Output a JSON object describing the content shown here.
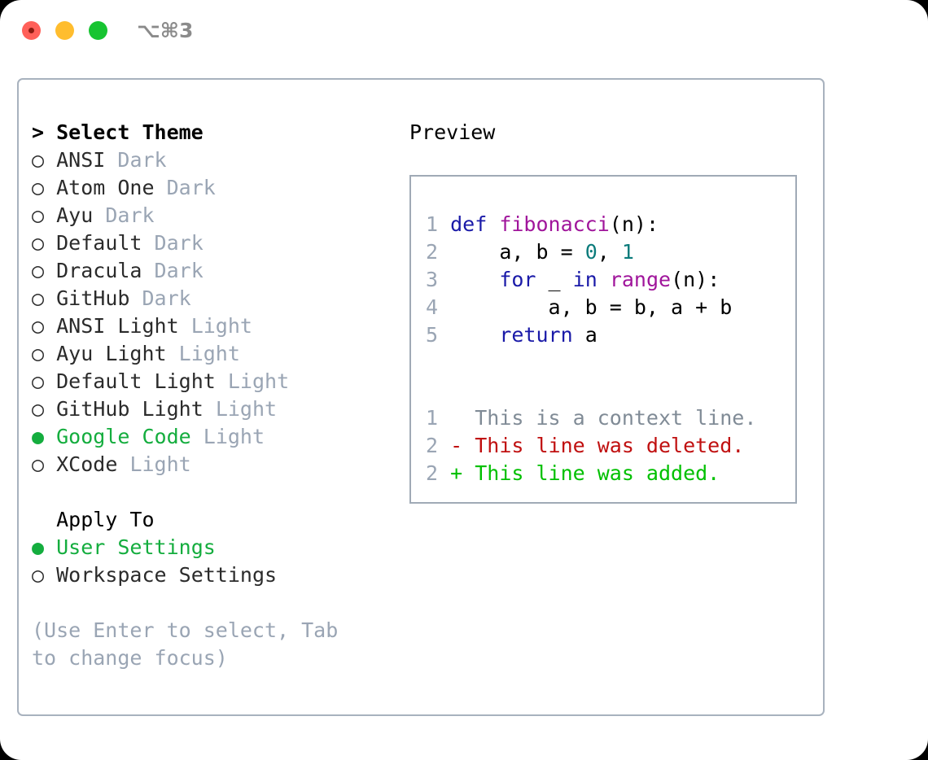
{
  "window": {
    "shortcut": "⌥⌘3",
    "traffic_lights": [
      {
        "name": "close",
        "color": "#ff6059"
      },
      {
        "name": "minimize",
        "color": "#ffbd2e"
      },
      {
        "name": "maximize",
        "color": "#17c431"
      }
    ]
  },
  "colors": {
    "accent_selected": "#14ad3e",
    "muted": "#9aa5b4",
    "border": "#a8b2be",
    "keyword": "#1a1aa8",
    "function": "#a0159b",
    "number": "#0b7b7b",
    "diff_add": "#00c000",
    "diff_del": "#c01010",
    "diff_ctx": "#808b96"
  },
  "theme_panel": {
    "header": "> Select Theme",
    "focused": true,
    "markers": {
      "selected": "●",
      "unselected": "○"
    },
    "items": [
      {
        "marker": "○",
        "label": "ANSI",
        "tag": "Dark",
        "selected": false
      },
      {
        "marker": "○",
        "label": "Atom One",
        "tag": "Dark",
        "selected": false
      },
      {
        "marker": "○",
        "label": "Ayu",
        "tag": "Dark",
        "selected": false
      },
      {
        "marker": "○",
        "label": "Default",
        "tag": "Dark",
        "selected": false
      },
      {
        "marker": "○",
        "label": "Dracula",
        "tag": "Dark",
        "selected": false
      },
      {
        "marker": "○",
        "label": "GitHub",
        "tag": "Dark",
        "selected": false
      },
      {
        "marker": "○",
        "label": "ANSI Light",
        "tag": "Light",
        "selected": false
      },
      {
        "marker": "○",
        "label": "Ayu Light",
        "tag": "Light",
        "selected": false
      },
      {
        "marker": "○",
        "label": "Default Light",
        "tag": "Light",
        "selected": false
      },
      {
        "marker": "○",
        "label": "GitHub Light",
        "tag": "Light",
        "selected": false
      },
      {
        "marker": "●",
        "label": "Google Code",
        "tag": "Light",
        "selected": true
      },
      {
        "marker": "○",
        "label": "XCode",
        "tag": "Light",
        "selected": false
      }
    ]
  },
  "apply_panel": {
    "header": "Apply To",
    "focused": false,
    "items": [
      {
        "marker": "●",
        "label": "User Settings",
        "selected": true
      },
      {
        "marker": "○",
        "label": "Workspace Settings",
        "selected": false
      }
    ]
  },
  "hint": "(Use Enter to select, Tab to change focus)",
  "preview": {
    "title": "Preview",
    "code_lines": [
      {
        "num": "1",
        "tokens": [
          {
            "t": "def",
            "c": "kw"
          },
          {
            "t": " ",
            "c": "plain"
          },
          {
            "t": "fibonacci",
            "c": "fn"
          },
          {
            "t": "(n):",
            "c": "plain"
          }
        ]
      },
      {
        "num": "2",
        "tokens": [
          {
            "t": "    a, b = ",
            "c": "plain"
          },
          {
            "t": "0",
            "c": "num"
          },
          {
            "t": ", ",
            "c": "plain"
          },
          {
            "t": "1",
            "c": "num"
          }
        ]
      },
      {
        "num": "3",
        "tokens": [
          {
            "t": "    ",
            "c": "plain"
          },
          {
            "t": "for",
            "c": "kw"
          },
          {
            "t": " _ ",
            "c": "plain"
          },
          {
            "t": "in",
            "c": "kw"
          },
          {
            "t": " ",
            "c": "plain"
          },
          {
            "t": "range",
            "c": "fn"
          },
          {
            "t": "(n):",
            "c": "plain"
          }
        ]
      },
      {
        "num": "4",
        "tokens": [
          {
            "t": "        a, b = b, a + b",
            "c": "plain"
          }
        ]
      },
      {
        "num": "5",
        "tokens": [
          {
            "t": "    ",
            "c": "plain"
          },
          {
            "t": "return",
            "c": "kw"
          },
          {
            "t": " a",
            "c": "plain"
          }
        ]
      }
    ],
    "diff_lines": [
      {
        "num": "1",
        "text": "  This is a context line.",
        "kind": "ctx"
      },
      {
        "num": "2",
        "text": "- This line was deleted.",
        "kind": "del"
      },
      {
        "num": "2",
        "text": "+ This line was added.",
        "kind": "add"
      }
    ]
  }
}
